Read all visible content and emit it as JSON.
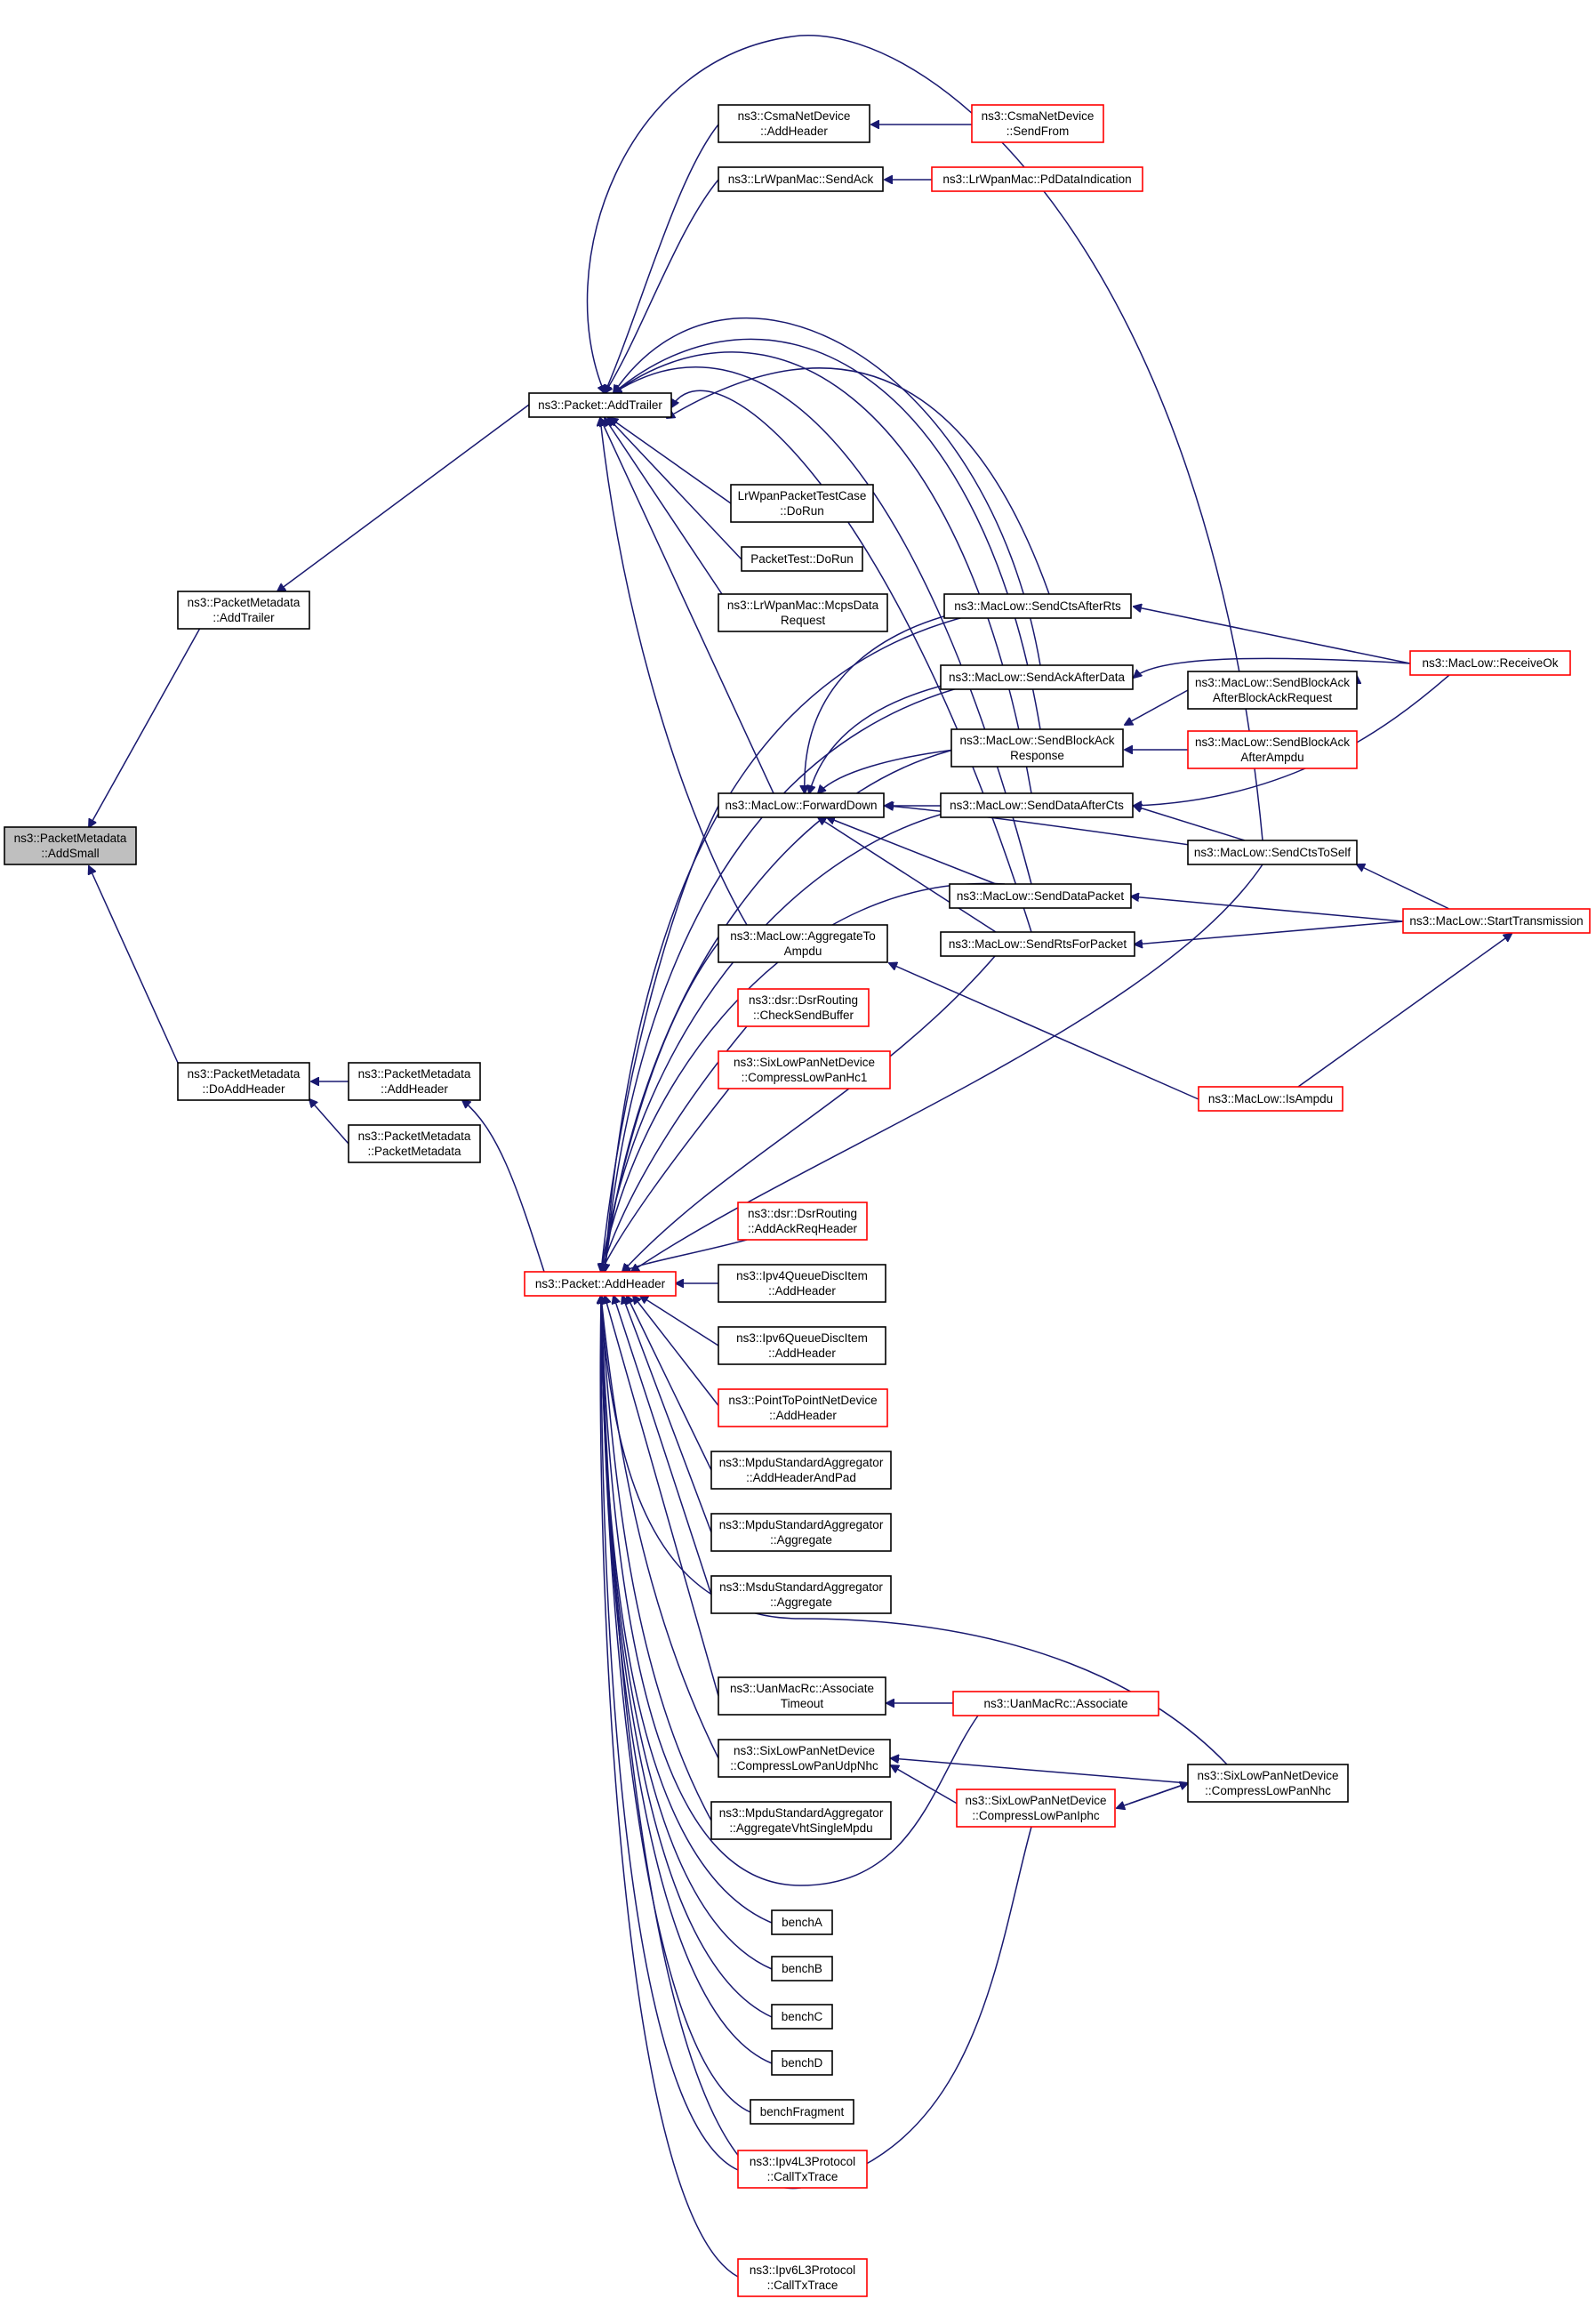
{
  "nodes": [
    {
      "id": "addsmall",
      "lines": [
        "ns3::PacketMetadata",
        "::AddSmall"
      ],
      "color": "root"
    },
    {
      "id": "pm_addtrailer",
      "lines": [
        "ns3::PacketMetadata",
        "::AddTrailer"
      ],
      "color": "black"
    },
    {
      "id": "pm_doaddheader",
      "lines": [
        "ns3::PacketMetadata",
        "::DoAddHeader"
      ],
      "color": "black"
    },
    {
      "id": "pm_addheader",
      "lines": [
        "ns3::PacketMetadata",
        "::AddHeader"
      ],
      "color": "black"
    },
    {
      "id": "pm_packetmetadata",
      "lines": [
        "ns3::PacketMetadata",
        "::PacketMetadata"
      ],
      "color": "black"
    },
    {
      "id": "pkt_addtrailer",
      "lines": [
        "ns3::Packet::AddTrailer"
      ],
      "color": "black"
    },
    {
      "id": "pkt_addheader",
      "lines": [
        "ns3::Packet::AddHeader"
      ],
      "color": "red"
    },
    {
      "id": "csma_addheader",
      "lines": [
        "ns3::CsmaNetDevice",
        "::AddHeader"
      ],
      "color": "black"
    },
    {
      "id": "csma_sendfrom",
      "lines": [
        "ns3::CsmaNetDevice",
        "::SendFrom"
      ],
      "color": "red"
    },
    {
      "id": "lrwpan_sendack",
      "lines": [
        "ns3::LrWpanMac::SendAck"
      ],
      "color": "black"
    },
    {
      "id": "lrwpan_pddata",
      "lines": [
        "ns3::LrWpanMac::PdDataIndication"
      ],
      "color": "red"
    },
    {
      "id": "lrwpan_testcase",
      "lines": [
        "LrWpanPacketTestCase",
        "::DoRun"
      ],
      "color": "black"
    },
    {
      "id": "packettest",
      "lines": [
        "PacketTest::DoRun"
      ],
      "color": "black"
    },
    {
      "id": "lrwpan_mcps",
      "lines": [
        "ns3::LrWpanMac::McpsData",
        "Request"
      ],
      "color": "black"
    },
    {
      "id": "forwarddown",
      "lines": [
        "ns3::MacLow::ForwardDown"
      ],
      "color": "black"
    },
    {
      "id": "aggregatetoampdu",
      "lines": [
        "ns3::MacLow::AggregateTo",
        "Ampdu"
      ],
      "color": "black"
    },
    {
      "id": "dsr_checksend",
      "lines": [
        "ns3::dsr::DsrRouting",
        "::CheckSendBuffer"
      ],
      "color": "red"
    },
    {
      "id": "sixlow_hc1",
      "lines": [
        "ns3::SixLowPanNetDevice",
        "::CompressLowPanHc1"
      ],
      "color": "red"
    },
    {
      "id": "dsr_ackreq",
      "lines": [
        "ns3::dsr::DsrRouting",
        "::AddAckReqHeader"
      ],
      "color": "red"
    },
    {
      "id": "ipv4qdi",
      "lines": [
        "ns3::Ipv4QueueDiscItem",
        "::AddHeader"
      ],
      "color": "black"
    },
    {
      "id": "ipv6qdi",
      "lines": [
        "ns3::Ipv6QueueDiscItem",
        "::AddHeader"
      ],
      "color": "black"
    },
    {
      "id": "p2p_addheader",
      "lines": [
        "ns3::PointToPointNetDevice",
        "::AddHeader"
      ],
      "color": "red"
    },
    {
      "id": "mpdu_addheaderpad",
      "lines": [
        "ns3::MpduStandardAggregator",
        "::AddHeaderAndPad"
      ],
      "color": "black"
    },
    {
      "id": "mpdu_aggregate",
      "lines": [
        "ns3::MpduStandardAggregator",
        "::Aggregate"
      ],
      "color": "black"
    },
    {
      "id": "msdu_aggregate",
      "lines": [
        "ns3::MsduStandardAggregator",
        "::Aggregate"
      ],
      "color": "black"
    },
    {
      "id": "uan_assoctimeout",
      "lines": [
        "ns3::UanMacRc::Associate",
        "Timeout"
      ],
      "color": "black"
    },
    {
      "id": "uan_associate",
      "lines": [
        "ns3::UanMacRc::Associate"
      ],
      "color": "red"
    },
    {
      "id": "sixlow_udpnhc",
      "lines": [
        "ns3::SixLowPanNetDevice",
        "::CompressLowPanUdpNhc"
      ],
      "color": "black"
    },
    {
      "id": "sixlow_iphc",
      "lines": [
        "ns3::SixLowPanNetDevice",
        "::CompressLowPanIphc"
      ],
      "color": "red"
    },
    {
      "id": "sixlow_nhc",
      "lines": [
        "ns3::SixLowPanNetDevice",
        "::CompressLowPanNhc"
      ],
      "color": "black"
    },
    {
      "id": "mpdu_vht",
      "lines": [
        "ns3::MpduStandardAggregator",
        "::AggregateVhtSingleMpdu"
      ],
      "color": "black"
    },
    {
      "id": "bencha",
      "lines": [
        "benchA"
      ],
      "color": "black"
    },
    {
      "id": "benchb",
      "lines": [
        "benchB"
      ],
      "color": "black"
    },
    {
      "id": "benchc",
      "lines": [
        "benchC"
      ],
      "color": "black"
    },
    {
      "id": "benchd",
      "lines": [
        "benchD"
      ],
      "color": "black"
    },
    {
      "id": "benchfrag",
      "lines": [
        "benchFragment"
      ],
      "color": "black"
    },
    {
      "id": "ipv4l3",
      "lines": [
        "ns3::Ipv4L3Protocol",
        "::CallTxTrace"
      ],
      "color": "red"
    },
    {
      "id": "ipv6l3",
      "lines": [
        "ns3::Ipv6L3Protocol",
        "::CallTxTrace"
      ],
      "color": "red"
    },
    {
      "id": "sendctsafterrts",
      "lines": [
        "ns3::MacLow::SendCtsAfterRts"
      ],
      "color": "black"
    },
    {
      "id": "sendackafterdata",
      "lines": [
        "ns3::MacLow::SendAckAfterData"
      ],
      "color": "black"
    },
    {
      "id": "sendblockackresp",
      "lines": [
        "ns3::MacLow::SendBlockAck",
        "Response"
      ],
      "color": "black"
    },
    {
      "id": "senddataafterctsx",
      "lines": [
        "ns3::MacLow::SendDataAfterCts"
      ],
      "color": "black"
    },
    {
      "id": "senddatapacket",
      "lines": [
        "ns3::MacLow::SendDataPacket"
      ],
      "color": "black"
    },
    {
      "id": "sendrtsforpacket",
      "lines": [
        "ns3::MacLow::SendRtsForPacket"
      ],
      "color": "black"
    },
    {
      "id": "sendblockackafterbar",
      "lines": [
        "ns3::MacLow::SendBlockAck",
        "AfterBlockAckRequest"
      ],
      "color": "black"
    },
    {
      "id": "sendblockackafterampdu",
      "lines": [
        "ns3::MacLow::SendBlockAck",
        "AfterAmpdu"
      ],
      "color": "red"
    },
    {
      "id": "sendctstoself",
      "lines": [
        "ns3::MacLow::SendCtsToSelf"
      ],
      "color": "black"
    },
    {
      "id": "receiveok",
      "lines": [
        "ns3::MacLow::ReceiveOk"
      ],
      "color": "red"
    },
    {
      "id": "starttransmission",
      "lines": [
        "ns3::MacLow::StartTransmission"
      ],
      "color": "red"
    },
    {
      "id": "isampdu",
      "lines": [
        "ns3::MacLow::IsAmpdu"
      ],
      "color": "red"
    }
  ]
}
